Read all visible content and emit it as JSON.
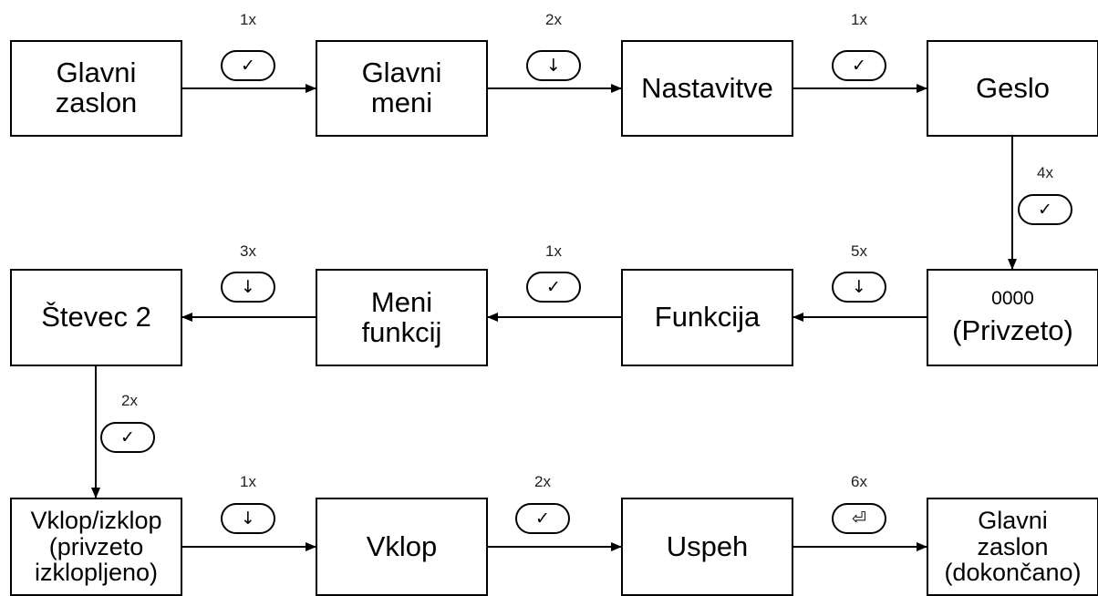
{
  "steps": {
    "main_screen": [
      "Glavni",
      "zaslon"
    ],
    "main_menu": [
      "Glavni",
      "meni"
    ],
    "settings": [
      "Nastavitve"
    ],
    "password": [
      "Geslo"
    ],
    "default_pw": [
      "0000",
      "(Privzeto)"
    ],
    "function": [
      "Funkcija"
    ],
    "function_menu": [
      "Meni",
      "funkcij"
    ],
    "counter2": [
      "Števec 2"
    ],
    "onoff": [
      "Vklop/izklop",
      "(privzeto",
      "izklopljeno)"
    ],
    "on": [
      "Vklop"
    ],
    "success": [
      "Uspeh"
    ],
    "main_done": [
      "Glavni",
      "zaslon",
      "(dokončano)"
    ]
  },
  "actions": [
    {
      "count": "1x",
      "key": "check-icon"
    },
    {
      "count": "2x",
      "key": "down-arrow-icon"
    },
    {
      "count": "1x",
      "key": "check-icon"
    },
    {
      "count": "4x",
      "key": "check-icon"
    },
    {
      "count": "5x",
      "key": "down-arrow-icon"
    },
    {
      "count": "1x",
      "key": "check-icon"
    },
    {
      "count": "3x",
      "key": "down-arrow-icon"
    },
    {
      "count": "2x",
      "key": "check-icon"
    },
    {
      "count": "1x",
      "key": "down-arrow-icon"
    },
    {
      "count": "2x",
      "key": "check-icon"
    },
    {
      "count": "6x",
      "key": "return-icon"
    }
  ],
  "key_glyphs": {
    "check-icon": "✓",
    "down-arrow-icon": "↓",
    "return-icon": "⏎"
  }
}
